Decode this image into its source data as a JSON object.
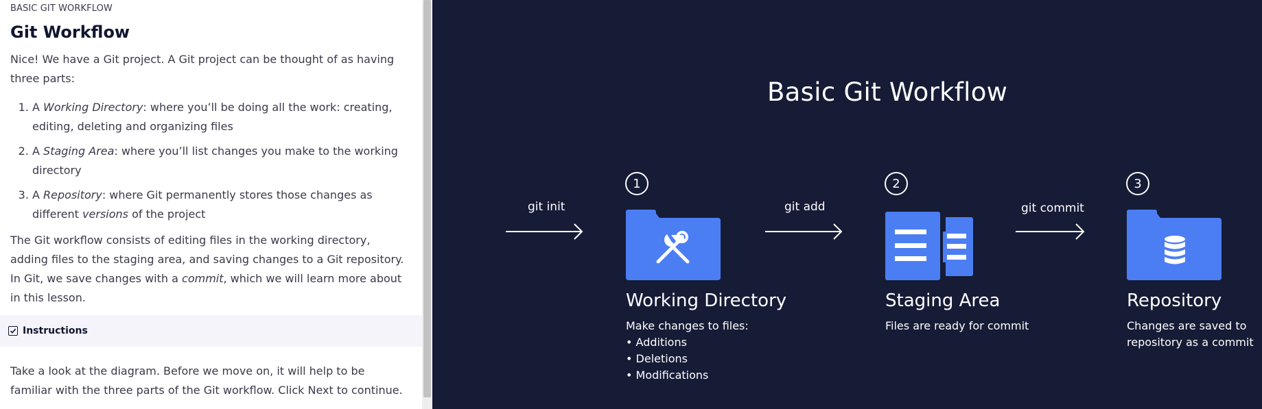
{
  "lesson": {
    "eyebrow": "BASIC GIT WORKFLOW",
    "title": "Git Workflow",
    "intro": "Nice! We have a Git project. A Git project can be thought of as having three parts:",
    "steps": [
      {
        "prefix": "A ",
        "term": "Working Directory",
        "rest": ": where you’ll be doing all the work: creating, editing, deleting and organizing files"
      },
      {
        "prefix": "A ",
        "term": "Staging Area",
        "rest": ": where you’ll list changes you make to the working directory"
      },
      {
        "prefix": "A ",
        "term": "Repository",
        "rest": ": where Git permanently stores those changes as different ",
        "term2": "versions",
        "rest2": " of the project"
      }
    ],
    "workflow_a": "The Git workflow consists of editing files in the working directory, adding files to the staging area, and saving changes to a Git repository. In Git, we save changes with a ",
    "workflow_term": "commit",
    "workflow_b": ", which we will learn more about in this lesson.",
    "instructions_label": "Instructions",
    "instructions_text": "Take a look at the diagram. Before we move on, it will help to be familiar with the three parts of the Git workflow. Click Next to continue."
  },
  "diagram": {
    "title": "Basic Git Workflow",
    "commands": [
      "git init",
      "git add",
      "git commit"
    ],
    "stages": [
      {
        "number": "1",
        "name": "Working Directory",
        "desc": "Make changes to files:",
        "bullets": [
          "• Additions",
          "• Deletions",
          "• Modifications"
        ],
        "icon": "tools-icon"
      },
      {
        "number": "2",
        "name": "Staging Area",
        "desc": "Files are ready for commit",
        "icon": "documents-icon"
      },
      {
        "number": "3",
        "name": "Repository",
        "desc": "Changes are saved to",
        "desc2": "repository as a commit",
        "icon": "database-icon"
      }
    ],
    "colors": {
      "background": "#161c36",
      "icon_blue": "#4c7ef3",
      "text": "#ffffff"
    }
  }
}
